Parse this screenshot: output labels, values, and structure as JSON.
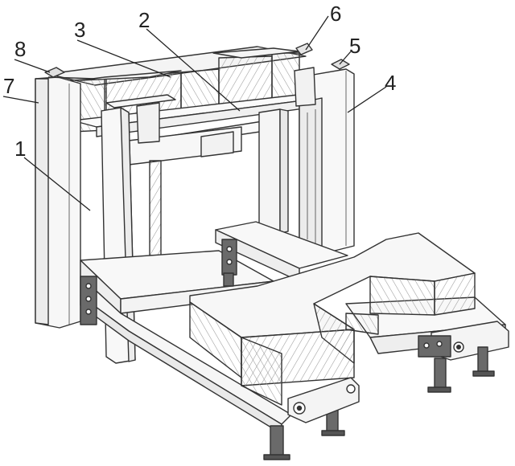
{
  "figure": {
    "callouts": [
      {
        "id": "callout-1",
        "text": "1"
      },
      {
        "id": "callout-2",
        "text": "2"
      },
      {
        "id": "callout-3",
        "text": "3"
      },
      {
        "id": "callout-4",
        "text": "4"
      },
      {
        "id": "callout-5",
        "text": "5"
      },
      {
        "id": "callout-6",
        "text": "6"
      },
      {
        "id": "callout-7",
        "text": "7"
      },
      {
        "id": "callout-8",
        "text": "8"
      }
    ]
  },
  "colors": {
    "line": "#333333",
    "frame": "#f7f7f7",
    "stack": "#ececec",
    "hatch": "#9a9a9a",
    "leg": "#6a6a6a"
  }
}
